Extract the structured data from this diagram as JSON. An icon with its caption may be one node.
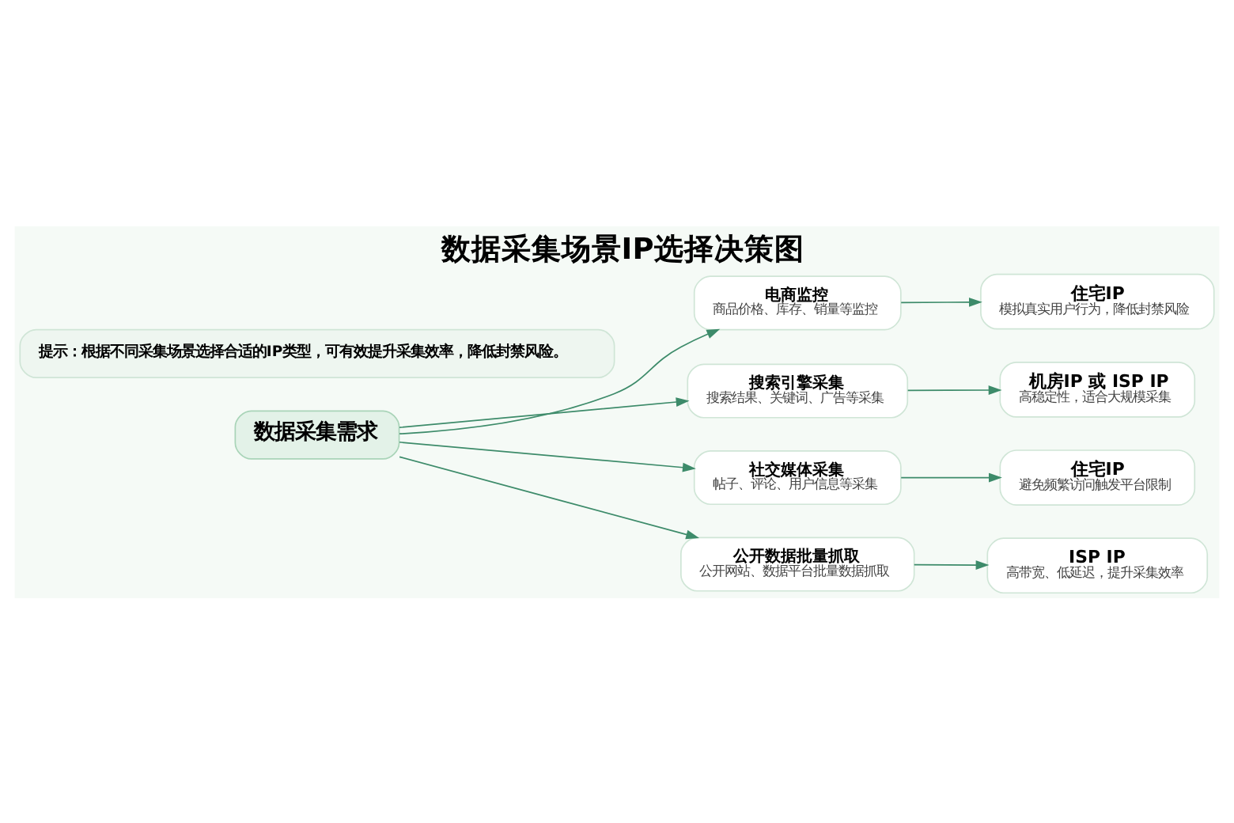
{
  "diagram": {
    "title": "数据采集场景IP选择决策图",
    "nodes": [
      {
        "text": [
          "数据采集需求"
        ]
      },
      {
        "text": [
          "电商监控",
          "商品价格、库存、销量等监控"
        ]
      },
      {
        "text": [
          "搜索引擎采集",
          "搜索结果、关键词、广告等采集"
        ]
      },
      {
        "text": [
          "社交媒体采集",
          "帖子、评论、用户信息等采集"
        ]
      },
      {
        "text": [
          "公开数据批量抓取",
          "公开网站、数据平台批量数据抓取"
        ]
      },
      {
        "text": [
          "住宅IP",
          "模拟真实用户行为，降低封禁风险"
        ]
      },
      {
        "text": [
          "机房IP 或 ISP IP",
          "高稳定性，适合大规模采集"
        ]
      },
      {
        "text": [
          "住宅IP",
          "避免频繁访问触发平台限制"
        ]
      },
      {
        "text": [
          "ISP IP",
          "高带宽、低延迟，提升采集效率"
        ]
      },
      {
        "text": [
          "提示：根据不同采集场景选择合适的IP类型，可有效提升采集效率，降低封禁风险。"
        ]
      }
    ],
    "edges": [
      {
        "from": 0,
        "to": 1,
        "arrow": "to"
      },
      {
        "from": 0,
        "to": 2,
        "arrow": "to"
      },
      {
        "from": 0,
        "to": 3,
        "arrow": "to"
      },
      {
        "from": 0,
        "to": 4,
        "arrow": "to"
      },
      {
        "from": 1,
        "to": 5,
        "arrow": "to"
      },
      {
        "from": 2,
        "to": 6,
        "arrow": "to"
      },
      {
        "from": 3,
        "to": 7,
        "arrow": "to"
      },
      {
        "from": 4,
        "to": 8,
        "arrow": "to"
      }
    ]
  }
}
